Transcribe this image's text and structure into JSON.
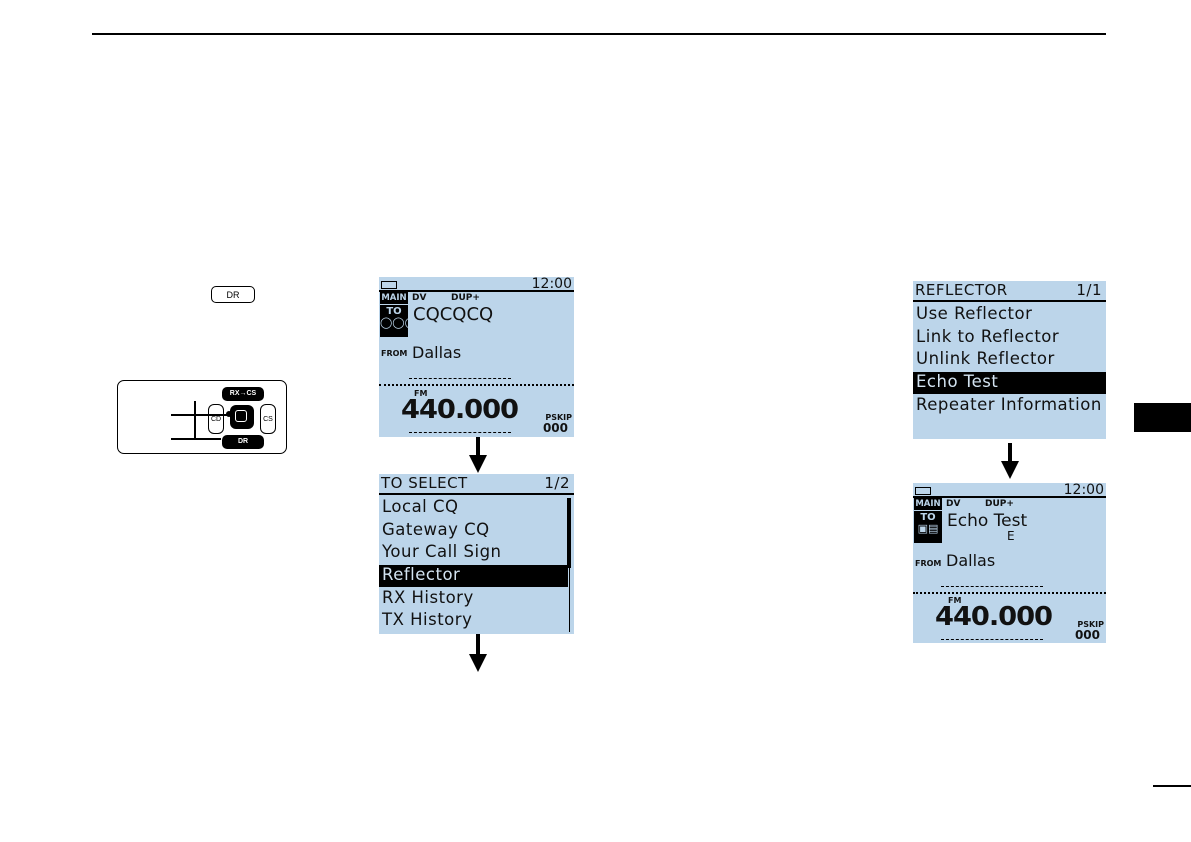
{
  "key_icon_label": "DR",
  "keypad": {
    "top_key": "RX→CS",
    "left_key": "CD",
    "right_key": "CS",
    "bottom_key": "DR"
  },
  "screen1": {
    "time": "12:00",
    "main_tag": "MAIN",
    "mode": "DV",
    "dup": "DUP+",
    "to_tag": "TO",
    "call": "CQCQCQ",
    "from_tag": "FROM",
    "from": "Dallas",
    "band_mode": "FM",
    "frequency": "440.000",
    "pskip": "PSKIP",
    "channel": "000"
  },
  "screen2": {
    "title": "TO SELECT",
    "page": "1/2",
    "items": [
      "Local CQ",
      "Gateway CQ",
      "Your Call Sign",
      "Reflector",
      "RX History",
      "TX History"
    ]
  },
  "screen3": {
    "title": "REFLECTOR",
    "page": "1/1",
    "items": [
      "Use Reflector",
      "Link to Reflector",
      "Unlink Reflector",
      "Echo Test",
      "Repeater Information"
    ]
  },
  "screen4": {
    "time": "12:00",
    "main_tag": "MAIN",
    "mode": "DV",
    "dup": "DUP+",
    "to_tag": "TO",
    "call": "Echo Test",
    "call_sub": "E",
    "from_tag": "FROM",
    "from": "Dallas",
    "band_mode": "FM",
    "frequency": "440.000",
    "pskip": "PSKIP",
    "channel": "000"
  }
}
